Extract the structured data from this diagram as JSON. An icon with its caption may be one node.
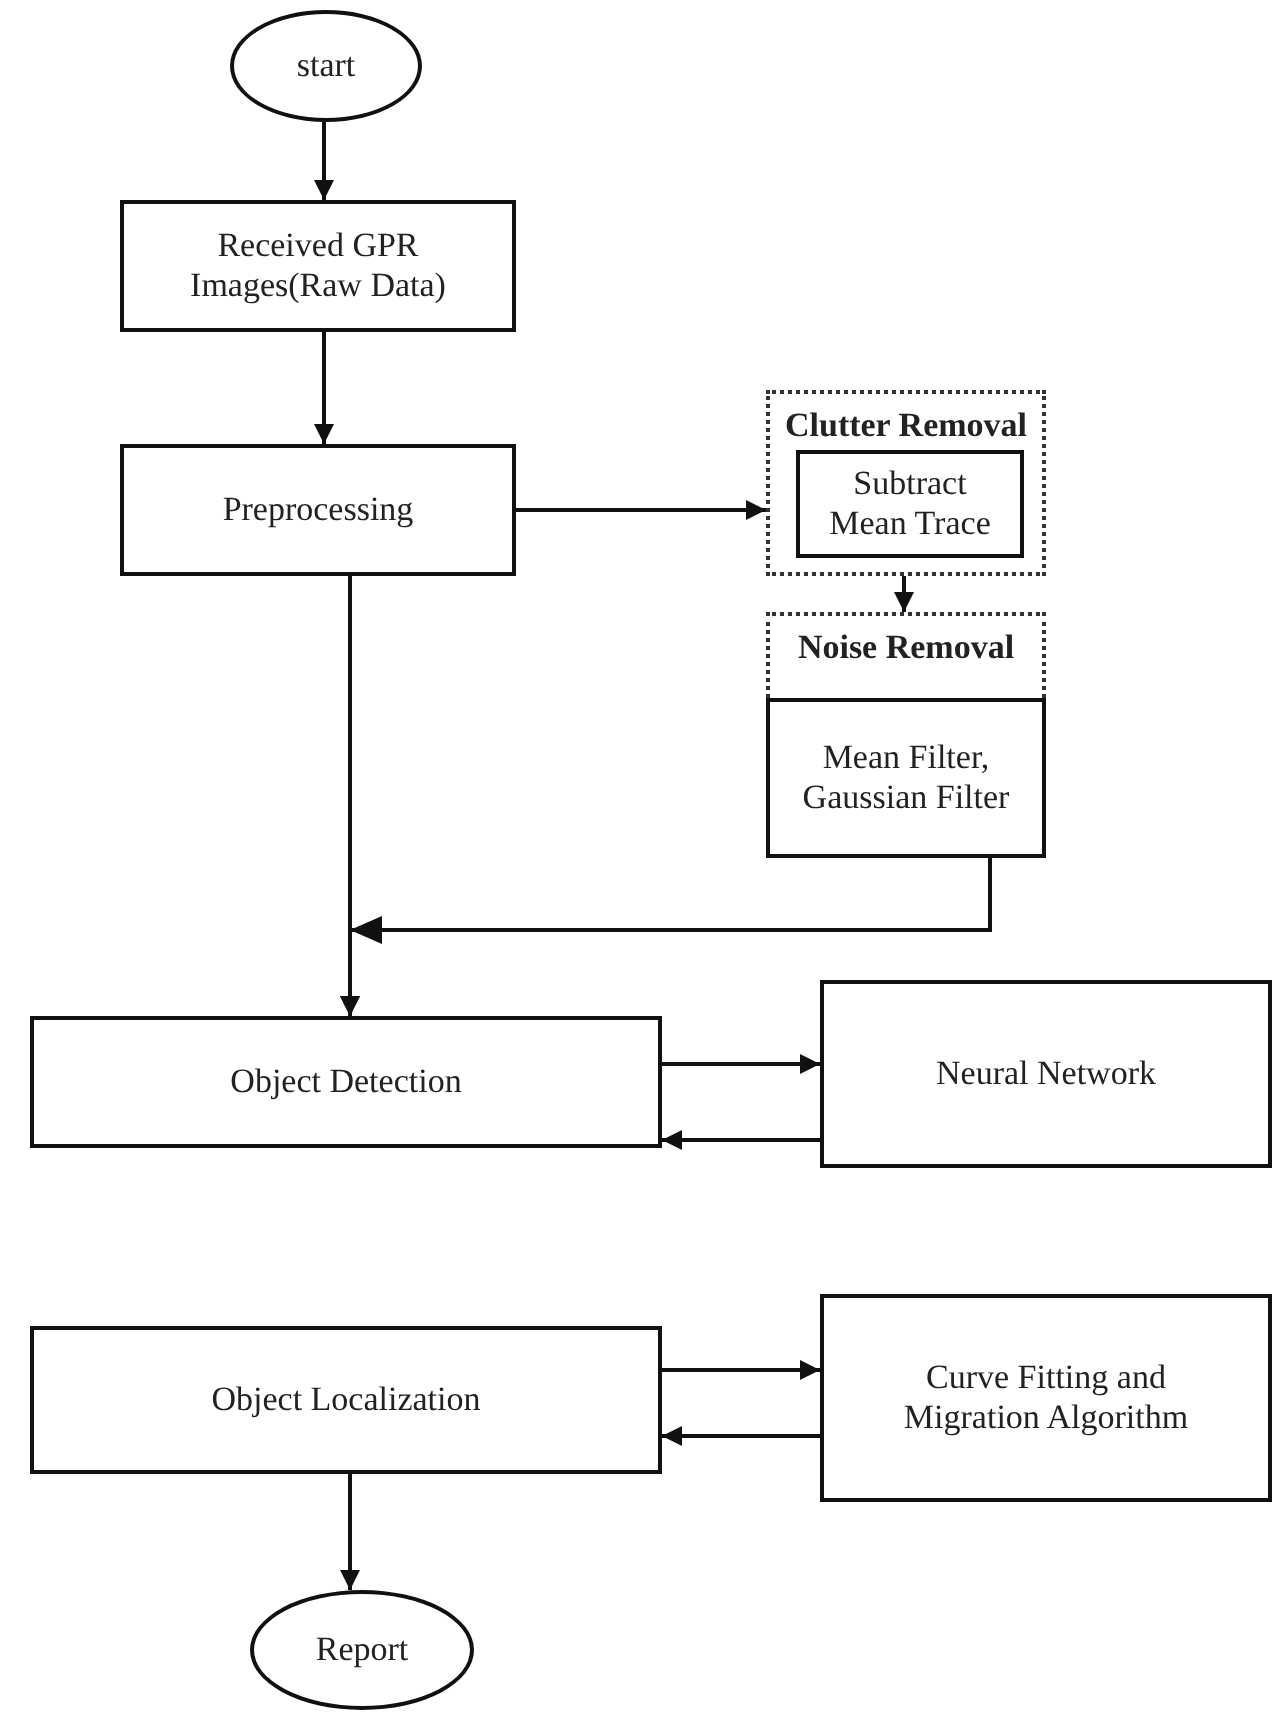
{
  "diagram": {
    "nodes": [
      {
        "text": [
          "start"
        ]
      },
      {
        "text": [
          "Received GPR Images(Raw Data)"
        ]
      },
      {
        "text": [
          "Preprocessing"
        ]
      },
      {
        "text": [
          "Clutter Removal"
        ]
      },
      {
        "text": [
          "Subtract Mean Trace"
        ],
        "in": 3
      },
      {
        "text": [
          "Noise Removal"
        ]
      },
      {
        "text": [
          "Mean Filter, Gaussian Filter"
        ],
        "in": 5
      },
      {
        "text": [
          "Object Detection"
        ]
      },
      {
        "text": [
          "Neural Network"
        ]
      },
      {
        "text": [
          "Object Localization"
        ]
      },
      {
        "text": [
          "Curve Fitting and Migration Algorithm"
        ]
      },
      {
        "text": [
          "Report"
        ]
      }
    ],
    "edges": [
      {
        "from": 0,
        "to": 1,
        "arrow": "to"
      },
      {
        "from": 1,
        "to": 2,
        "arrow": "to"
      },
      {
        "from": 2,
        "to": 3,
        "arrow": "to"
      },
      {
        "from": 3,
        "to": 5,
        "arrow": "to"
      },
      {
        "from": 2,
        "to": 7,
        "arrow": "to"
      },
      {
        "from": 5,
        "to": 7,
        "arrow": "to"
      },
      {
        "from": 7,
        "to": 8,
        "arrow": "to"
      },
      {
        "from": 8,
        "to": 7,
        "arrow": "to"
      },
      {
        "from": 9,
        "to": 10,
        "arrow": "to"
      },
      {
        "from": 10,
        "to": 9,
        "arrow": "to"
      },
      {
        "from": 9,
        "to": 11,
        "arrow": "to"
      }
    ]
  }
}
